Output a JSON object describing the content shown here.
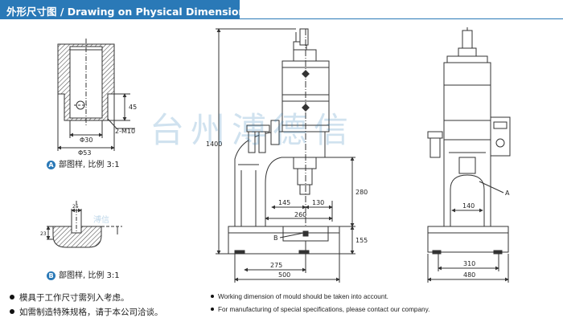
{
  "header": {
    "title": "外形尺寸图 / Drawing on Physical Dimensions："
  },
  "watermark": {
    "text": "台州溥德信",
    "small": "溥信"
  },
  "detail_a": {
    "badge": "A",
    "caption": "部图样, 比例 3:1",
    "dims": {
      "height": "45",
      "inner_dia": "Φ30",
      "outer_dia": "Φ53",
      "thread": "2-M10"
    }
  },
  "detail_b": {
    "badge": "B",
    "caption": "部图样, 比例 3:1",
    "dims": {
      "width": "25",
      "height": "23"
    }
  },
  "side_view": {
    "dims": {
      "overall_height": "1400",
      "d145": "145",
      "d130": "130",
      "d260": "260",
      "d280": "280",
      "d155": "155",
      "d275": "275",
      "d500": "500"
    },
    "labels": {
      "b": "B"
    }
  },
  "front_view": {
    "dims": {
      "d140": "140",
      "d310": "310",
      "d480": "480"
    },
    "labels": {
      "a": "A"
    }
  },
  "notes_zh": [
    "模具于工作尺寸需列入考虑。",
    "如需制造特殊规格，请于本公司洽谈。"
  ],
  "notes_en": [
    "Working dimension of mould should be taken into account.",
    "For manufacturing of special specifications, please contact our company."
  ],
  "colors": {
    "accent": "#2a79b7",
    "line": "#333333",
    "hatch": "#555555"
  }
}
